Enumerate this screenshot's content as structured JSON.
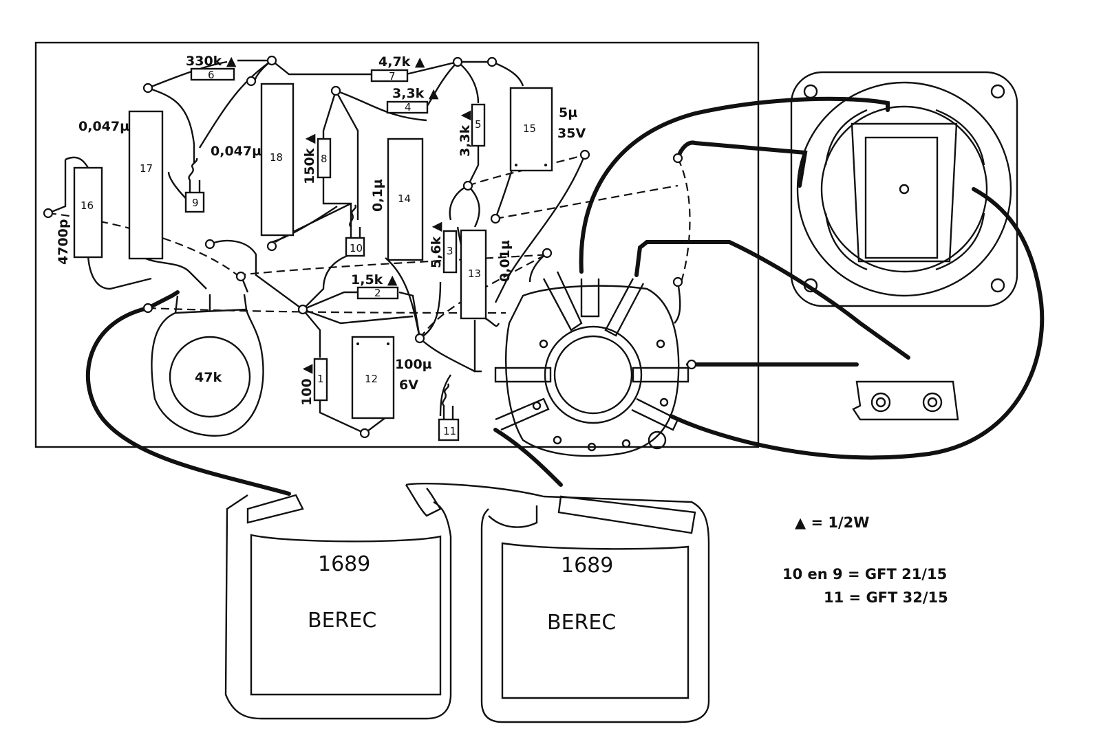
{
  "resistors": [
    {
      "id": "6",
      "value": "330k ▲"
    },
    {
      "id": "7",
      "value": "4,7k ▲"
    },
    {
      "id": "4",
      "value": "3,3k ▲"
    },
    {
      "id": "5",
      "value": "3,3k ▲"
    },
    {
      "id": "8",
      "value": "150k ▲"
    },
    {
      "id": "3",
      "value": "5,6k ▲"
    },
    {
      "id": "2",
      "value": "1,5k ▲"
    },
    {
      "id": "1",
      "value": "100 ▲"
    }
  ],
  "capacitors": [
    {
      "id": "16",
      "value": "4700p"
    },
    {
      "id": "17",
      "value": "0,047µ"
    },
    {
      "id": "18",
      "value": "0,047µ"
    },
    {
      "id": "14",
      "value": "0,1µ"
    },
    {
      "id": "15",
      "value": "5µ",
      "value2": "35V"
    },
    {
      "id": "13",
      "value": "0,01µ"
    },
    {
      "id": "12",
      "value": "100µ",
      "value2": "6V"
    }
  ],
  "transistors": [
    "9",
    "10",
    "11"
  ],
  "potentiometer": {
    "value": "47k"
  },
  "batteries": [
    {
      "type": "1689",
      "brand": "BEREC"
    },
    {
      "type": "1689",
      "brand": "BEREC"
    }
  ],
  "notes": {
    "legend": "▲ = 1/2W",
    "line1": "10 en 9 = GFT  21/15",
    "line2": "11 = GFT  32/15"
  }
}
